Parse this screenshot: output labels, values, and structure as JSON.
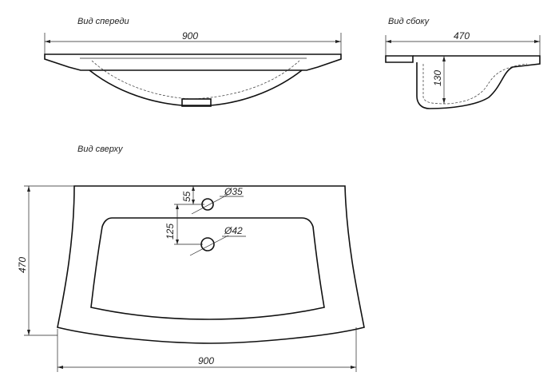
{
  "views": {
    "front_title": "Вид спереди",
    "side_title": "Вид сбоку",
    "top_title": "Вид сверху"
  },
  "dimensions": {
    "front_width": "900",
    "side_depth": "470",
    "side_bowl_depth": "130",
    "top_hole_offset": "55",
    "top_hole_diameter_small": "Ø35",
    "top_hole_spacing": "125",
    "top_hole_diameter_large": "Ø42",
    "top_depth": "470",
    "top_width": "900"
  }
}
